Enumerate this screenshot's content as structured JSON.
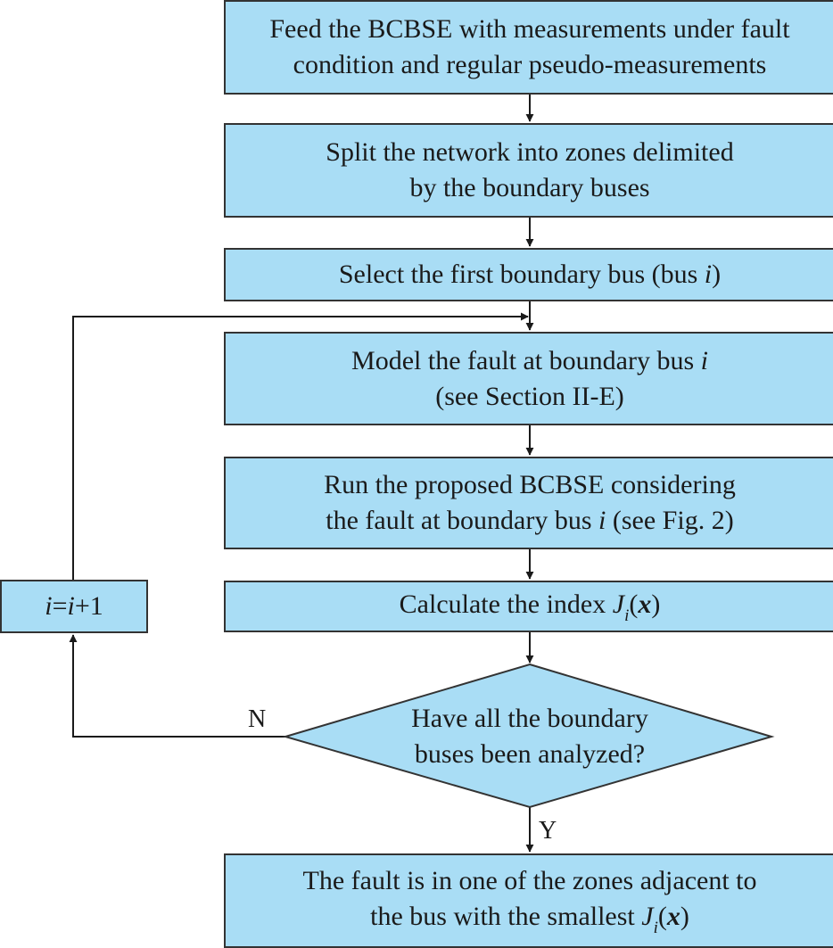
{
  "steps": {
    "feed": {
      "line1": "Feed the BCBSE with measurements under fault",
      "line2": "condition and regular pseudo-measurements"
    },
    "split": {
      "line1": "Split the network into zones delimited",
      "line2": "by the boundary buses"
    },
    "select": {
      "text": "Select the first boundary bus (bus ",
      "var": "i",
      "close": ")"
    },
    "model": {
      "line1_text": "Model the fault at boundary bus ",
      "line1_var": "i",
      "line2": "(see Section II-E)"
    },
    "run": {
      "line1": "Run the proposed BCBSE considering",
      "line2_text": "the fault at boundary bus ",
      "line2_var": "i",
      "line2_end": " (see Fig. 2)"
    },
    "calc": {
      "text": "Calculate the index ",
      "J": "J",
      "sub": "i",
      "open": "(",
      "x": "x",
      "close": ")"
    },
    "decision": {
      "line1": "Have all the boundary",
      "line2": "buses been analyzed?"
    },
    "result": {
      "line1": "The fault is in one of the zones adjacent to",
      "line2_text": "the bus with the smallest ",
      "J": "J",
      "sub": "i",
      "open": "(",
      "x": "x",
      "close": ")"
    }
  },
  "increment": {
    "i1": "i",
    "eq": "=",
    "i2": "i",
    "plus": "+1"
  },
  "branches": {
    "no": "N",
    "yes": "Y"
  },
  "colors": {
    "box_fill": "#a9ddf5",
    "border": "#333333",
    "line": "#1a1a1a"
  }
}
